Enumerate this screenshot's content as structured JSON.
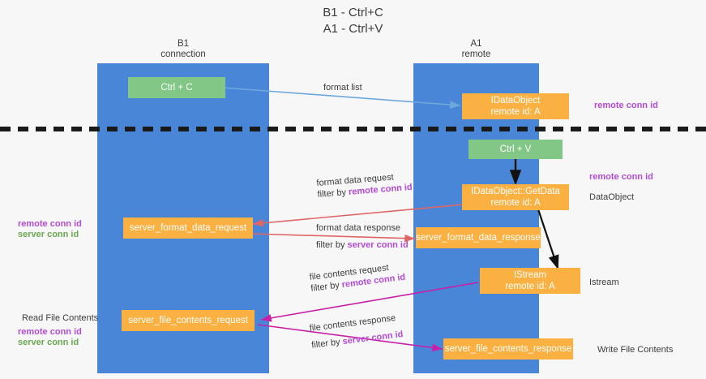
{
  "title": {
    "line1": "B1 - Ctrl+C",
    "line2": "A1 - Ctrl+V"
  },
  "columns": [
    {
      "name": "B1",
      "sub": "connection"
    },
    {
      "name": "A1",
      "sub": "remote"
    }
  ],
  "boxes": {
    "ctrl_c": "Ctrl + C",
    "ctrl_v": "Ctrl + V",
    "idataobject_l1": "IDataObject",
    "idataobject_l2": "remote id: A",
    "getdata_l1": "IDataObject::GetData",
    "getdata_l2": "remote id: A",
    "istream_l1": "IStream",
    "istream_l2": "remote id: A",
    "server_format_data_request": "server_format_data_request",
    "server_format_data_response": "server_format_data_response",
    "server_file_contents_request": "server_file_contents_request",
    "server_file_contents_response": "server_file_contents_response"
  },
  "edge_labels": {
    "format_list": "format list",
    "format_data_request": "format data request",
    "format_data_request_filter_prefix": "filter by ",
    "format_data_request_filter_key": "remote conn id",
    "format_data_response": "format data response",
    "format_data_response_filter_prefix": "filter by ",
    "format_data_response_filter_key": "server conn id",
    "file_contents_request": "file contents request",
    "file_contents_request_filter_prefix": "filter by ",
    "file_contents_request_filter_key": "remote conn id",
    "file_contents_response": "file contents response",
    "file_contents_response_filter_prefix": "filter by ",
    "file_contents_response_filter_key": "server conn id"
  },
  "side_labels": {
    "right_remote_conn_id_top": "remote conn id",
    "right_remote_conn_id_mid": "remote conn id",
    "right_dataobject": "DataObject",
    "right_istream": "Istream",
    "right_write_file_contents": "Write File Contents",
    "left_remote_conn_id": "remote conn id",
    "left_server_conn_id": "server conn id",
    "left_read_file_contents": "Read File Contents",
    "left_remote_conn_id2": "remote conn id",
    "left_server_conn_id2": "server conn id"
  },
  "colors": {
    "lane": "#4a86d8",
    "green_box": "#82c786",
    "orange_box": "#fbb042",
    "purple": "#b44bd4",
    "green_text": "#6aa84f",
    "edge_blue": "#6fa8dc",
    "edge_red": "#e06666",
    "edge_magenta": "#c71fa8",
    "edge_black": "#000000",
    "background": "#f7f7f8"
  }
}
